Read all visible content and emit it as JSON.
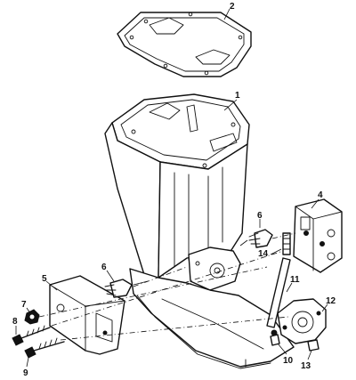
{
  "colors": {
    "ink": "#111111",
    "paper": "#ffffff"
  },
  "callouts": {
    "c1": "1",
    "c2": "2",
    "c4": "4",
    "c5": "5",
    "c6a": "6",
    "c6b": "6",
    "c7": "7",
    "c8": "8",
    "c9": "9",
    "c10": "10",
    "c11": "11",
    "c12": "12",
    "c13": "13",
    "c14": "14"
  }
}
